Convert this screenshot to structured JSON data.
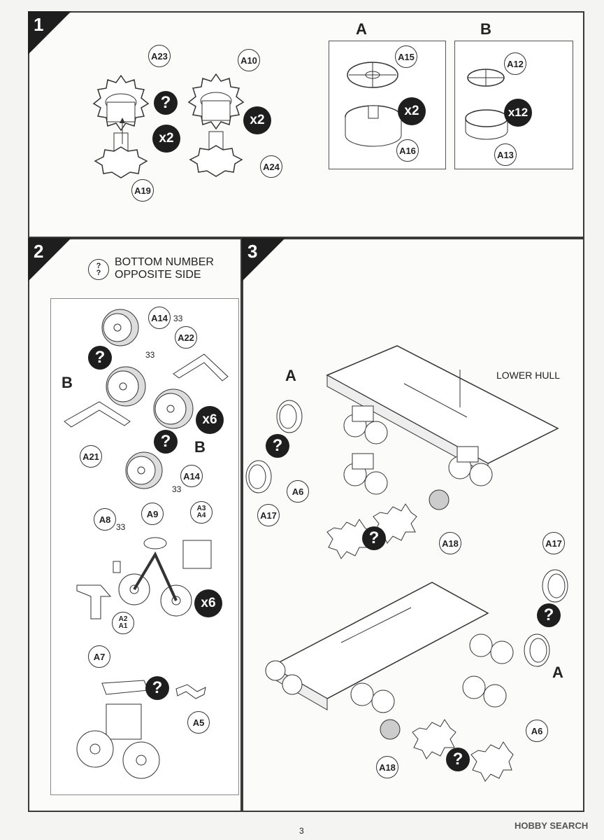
{
  "steps": [
    {
      "number": "1"
    },
    {
      "number": "2"
    },
    {
      "number": "3"
    }
  ],
  "step1": {
    "callouts": [
      "A23",
      "A10",
      "A19",
      "A24"
    ],
    "multipliers": [
      "x2",
      "x2"
    ],
    "group_a": {
      "label": "A",
      "callouts": [
        "A15",
        "A16"
      ],
      "multiplier": "x2"
    },
    "group_b": {
      "label": "B",
      "callouts": [
        "A12",
        "A13"
      ],
      "multiplier": "x12"
    }
  },
  "step2": {
    "legend_symbol": "?",
    "legend_text_line1": "BOTTOM NUMBER",
    "legend_text_line2": "OPPOSITE SIDE",
    "callouts_top": [
      "A14",
      "A22",
      "A21",
      "A14"
    ],
    "labels_b": [
      "B",
      "B"
    ],
    "small_numbers": [
      "33",
      "33",
      "33",
      "33"
    ],
    "multiplier_top": "x6",
    "callouts_mid": [
      "A8",
      "A9",
      "A3",
      "A4",
      "A2",
      "A1"
    ],
    "multiplier_mid": "x6",
    "callouts_bottom": [
      "A7",
      "A5"
    ]
  },
  "step3": {
    "lower_hull_label": "LOWER HULL",
    "label_a": "A",
    "callouts": [
      "A6",
      "A17",
      "A18",
      "A17",
      "A6",
      "A18"
    ]
  },
  "footer": {
    "page_number": "3",
    "watermark": "HOBBY SEARCH"
  },
  "colors": {
    "dark": "#1e1e1e",
    "border": "#3a3a3a"
  }
}
